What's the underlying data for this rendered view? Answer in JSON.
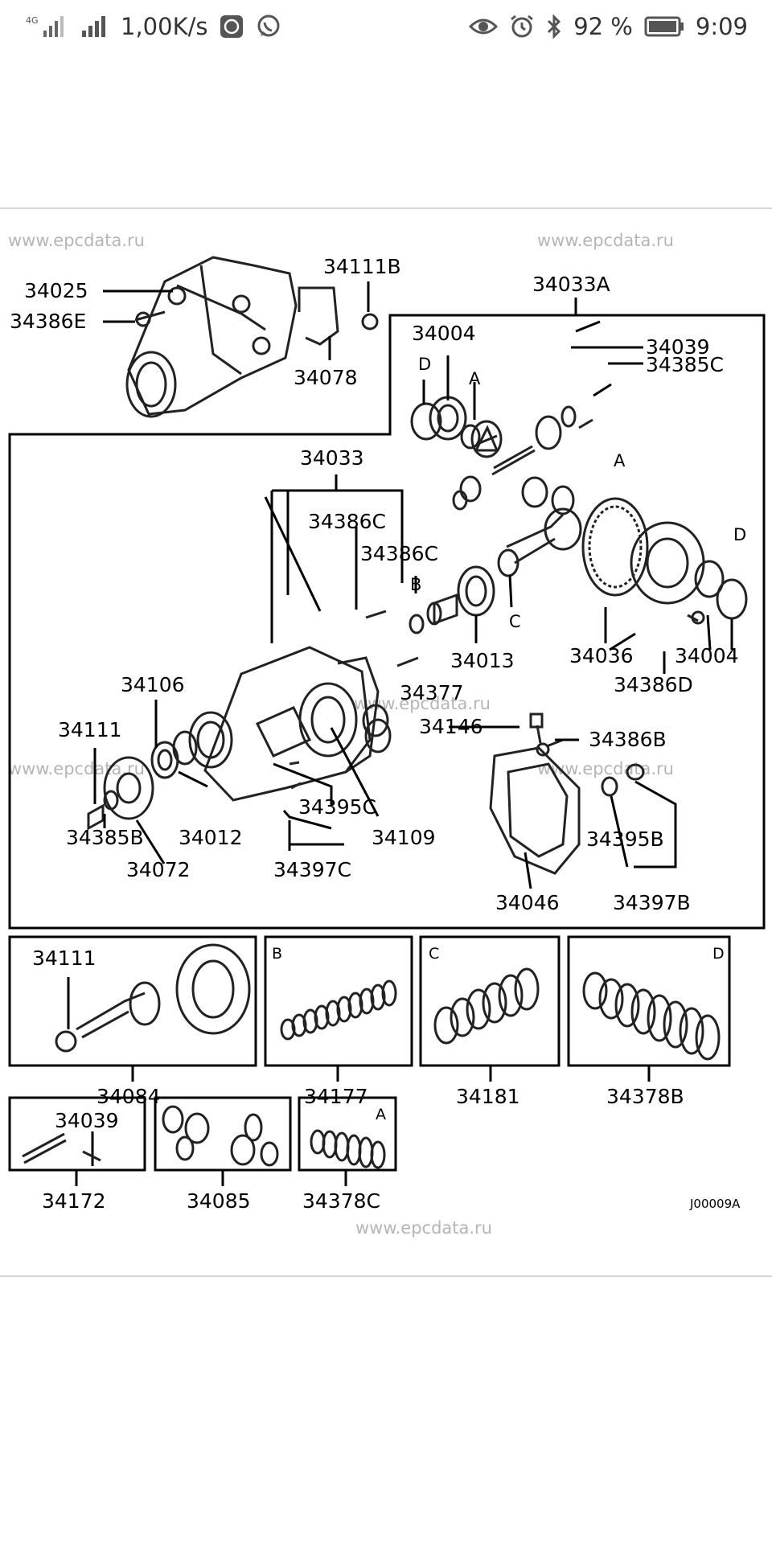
{
  "status_bar": {
    "network": "4G",
    "speed": "1,00K/s",
    "battery": "92 %",
    "time": "9:09"
  },
  "diagram": {
    "watermark": "www.epcdata.ru",
    "code": "J00009A",
    "main_parts": [
      "34025",
      "34386E",
      "34111B",
      "34078",
      "34033A",
      "34004",
      "34039",
      "34385C",
      "34033",
      "34386C",
      "34386C",
      "34013",
      "34036",
      "34004",
      "34386D",
      "34377",
      "34106",
      "34111",
      "34146",
      "34386B",
      "34395C",
      "34109",
      "34385B",
      "34012",
      "34072",
      "34397C",
      "34395B",
      "34046",
      "34397B"
    ],
    "letters": [
      "D",
      "A",
      "A",
      "B",
      "C",
      "D"
    ],
    "kits": [
      {
        "code": "34084",
        "letter": "",
        "label": "34111"
      },
      {
        "code": "34177",
        "letter": "B",
        "label": ""
      },
      {
        "code": "34181",
        "letter": "C",
        "label": ""
      },
      {
        "code": "34378B",
        "letter": "D",
        "label": ""
      },
      {
        "code": "34172",
        "letter": "",
        "label": "34039"
      },
      {
        "code": "34085",
        "letter": "",
        "label": ""
      },
      {
        "code": "34378C",
        "letter": "A",
        "label": ""
      }
    ]
  }
}
